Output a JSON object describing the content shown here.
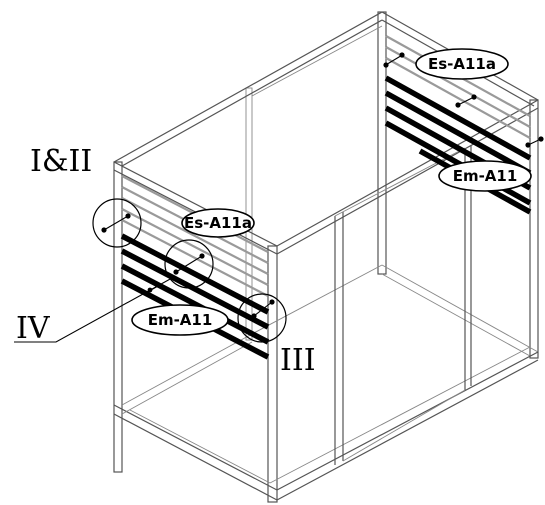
{
  "labels": {
    "section_i_ii": "I&II",
    "section_iv": "IV",
    "section_iii": "III"
  },
  "callouts": {
    "front_top": "Es-A11a",
    "front_bottom": "Em-A11",
    "back_top": "Es-A11a",
    "back_bottom": "Em-A11"
  }
}
